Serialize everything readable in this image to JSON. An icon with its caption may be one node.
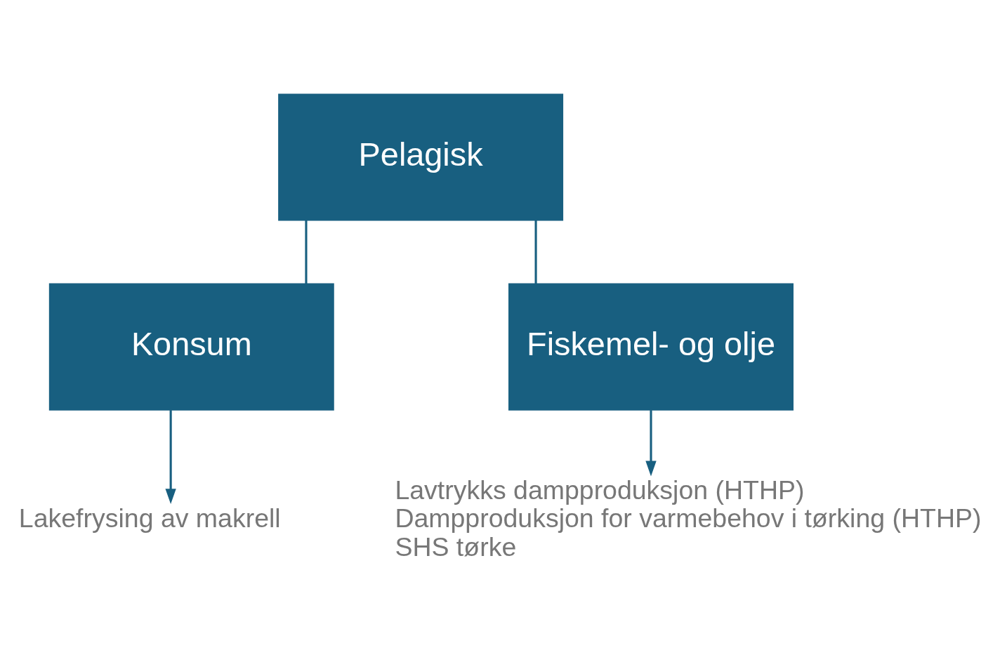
{
  "diagram": {
    "nodes": [
      {
        "text": [
          "Pelagisk"
        ]
      },
      {
        "text": [
          "Konsum"
        ]
      },
      {
        "text": [
          "Fiskemel- og olje"
        ]
      },
      {
        "text": [
          "Lakefrysing av makrell"
        ]
      },
      {
        "text": [
          "Lavtrykks dampproduksjon (HTHP)",
          "Dampproduksjon for varmebehov i tørking (HTHP)",
          "SHS tørke"
        ]
      }
    ],
    "edges": [
      {
        "from": 0,
        "to": 1,
        "arrow": "none"
      },
      {
        "from": 0,
        "to": 2,
        "arrow": "none"
      },
      {
        "from": 1,
        "to": 3,
        "arrow": "to"
      },
      {
        "from": 2,
        "to": 4,
        "arrow": "to"
      }
    ]
  }
}
